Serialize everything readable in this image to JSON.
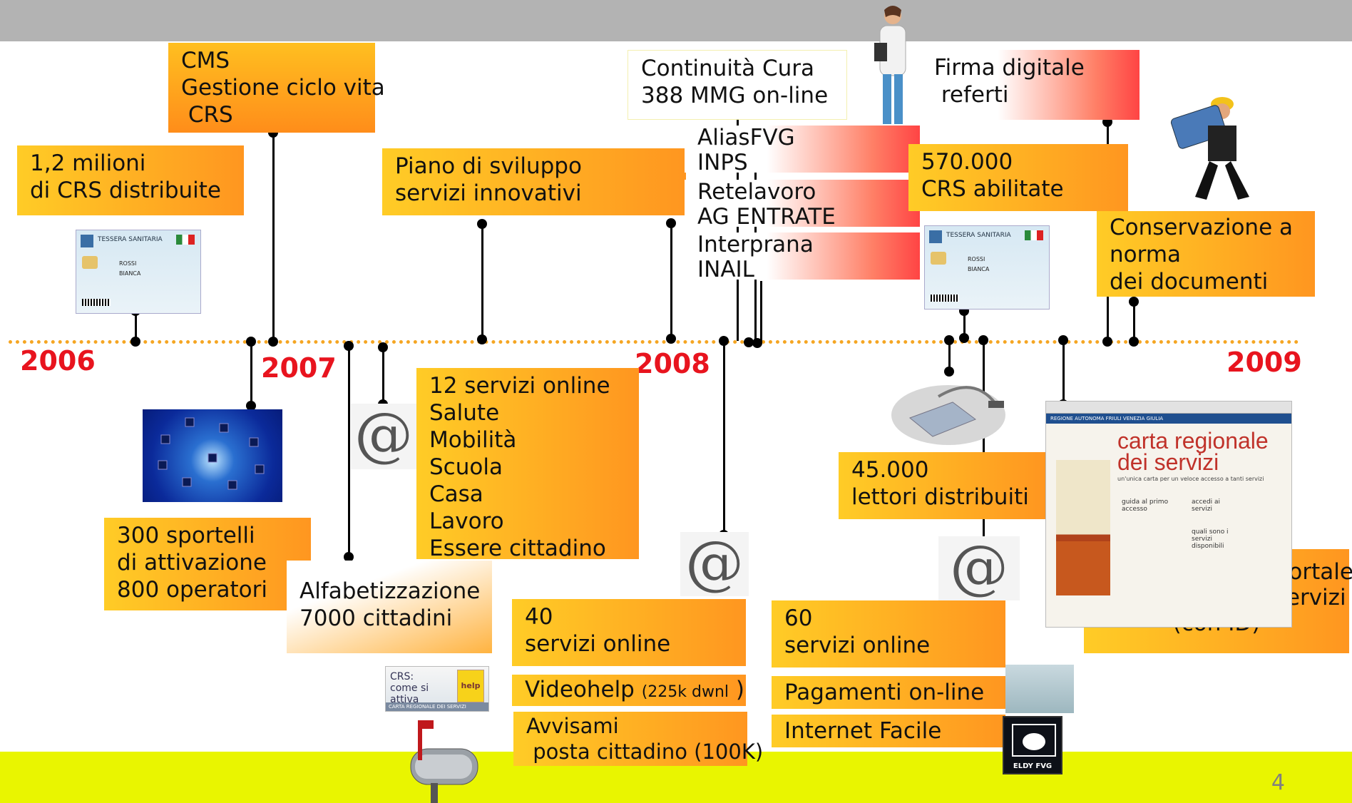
{
  "colors": {
    "timeline": "#f5a623",
    "year": "#e8141e",
    "top_bar": "#b3b3b3",
    "bottom_bar": "#e9f500",
    "box_orange": "#ffb020",
    "box_red": "#ff5a4a"
  },
  "page_number": "4",
  "years": {
    "y2006": "2006",
    "y2007": "2007",
    "y2008": "2008",
    "y2009": "2009"
  },
  "milestones": {
    "crs_distribuite": {
      "l1": "1,2 milioni",
      "l2": "di CRS distribuite"
    },
    "cms": {
      "l1": "CMS",
      "l2": "Gestione ciclo vita",
      "l3": " CRS"
    },
    "sportelli": {
      "l1": "300 sportelli",
      "l2": "di attivazione",
      "l3": "800 operatori"
    },
    "alfabetizzazione": {
      "l1": "Alfabetizzazione",
      "l2": "7000 cittadini"
    },
    "piano": {
      "l1": "Piano di sviluppo",
      "l2": "servizi innovativi"
    },
    "servizi12": {
      "l1": "12 servizi online",
      "l2": "Salute",
      "l3": "Mobilità",
      "l4": "Scuola",
      "l5": "Casa",
      "l6": "Lavoro",
      "l7": "Essere cittadino"
    },
    "continuita": {
      "l1": "Continuità Cura",
      "l2": "388 MMG on-line"
    },
    "alias": {
      "l1": "AliasFVG",
      "l2": "INPS"
    },
    "retelavoro": {
      "l1": "Retelavoro",
      "l2": "AG ENTRATE"
    },
    "interprana": {
      "l1": "Interprana",
      "l2": "INAIL"
    },
    "servizi40": {
      "l1": "40",
      "l2": "servizi online"
    },
    "videohelp": {
      "label": "Videohelp ",
      "detail": "(225k dwnl",
      "close": " )"
    },
    "avvisami": {
      "l1": "Avvisami",
      "l2": " posta cittadino (100K)"
    },
    "firma": {
      "l1": "Firma digitale",
      "l2": " referti"
    },
    "crs_abilitate": {
      "l1": "570.000",
      "l2": "CRS abilitate"
    },
    "conservazione": {
      "l1": "Conservazione a",
      "l2": "norma",
      "l3": "dei documenti"
    },
    "lettori": {
      "l1": "45.000",
      "l2": "lettori distribuiti"
    },
    "servizi60": {
      "l1": "60",
      "l2": "servizi online"
    },
    "pagamenti": {
      "label": "Pagamenti on-line"
    },
    "internet": {
      "label": "Internet Facile"
    },
    "accessi": {
      "l1": "729K accessi al portale",
      "l2": "320K accessi ai servizi",
      "l3": "(con ID)"
    }
  },
  "images": {
    "crs_card_1": {
      "header": "TESSERA SANITARIA",
      "name": "ROSSI",
      "first": "BIANCA"
    },
    "crs_card_2": {
      "header": "TESSERA SANITARIA",
      "name": "ROSSI",
      "first": "BIANCA"
    },
    "help_video": {
      "title": "CRS: come si attiva",
      "badge": "help",
      "footer": "CARTA REGIONALE DEI SERVIZI"
    },
    "portal": {
      "title1": "carta regionale",
      "title2": "dei servizi",
      "subtitle": "un'unica carta per un veloce accesso a tanti servizi",
      "header": "REGIONE AUTONOMA FRIULI VENEZIA GIULIA",
      "step1": "guida al primo accesso",
      "step2": "accedi ai servizi",
      "step3": "quali sono i servizi disponibili"
    },
    "eldy": {
      "label": "ELDY FVG"
    },
    "at_symbol": "@"
  }
}
